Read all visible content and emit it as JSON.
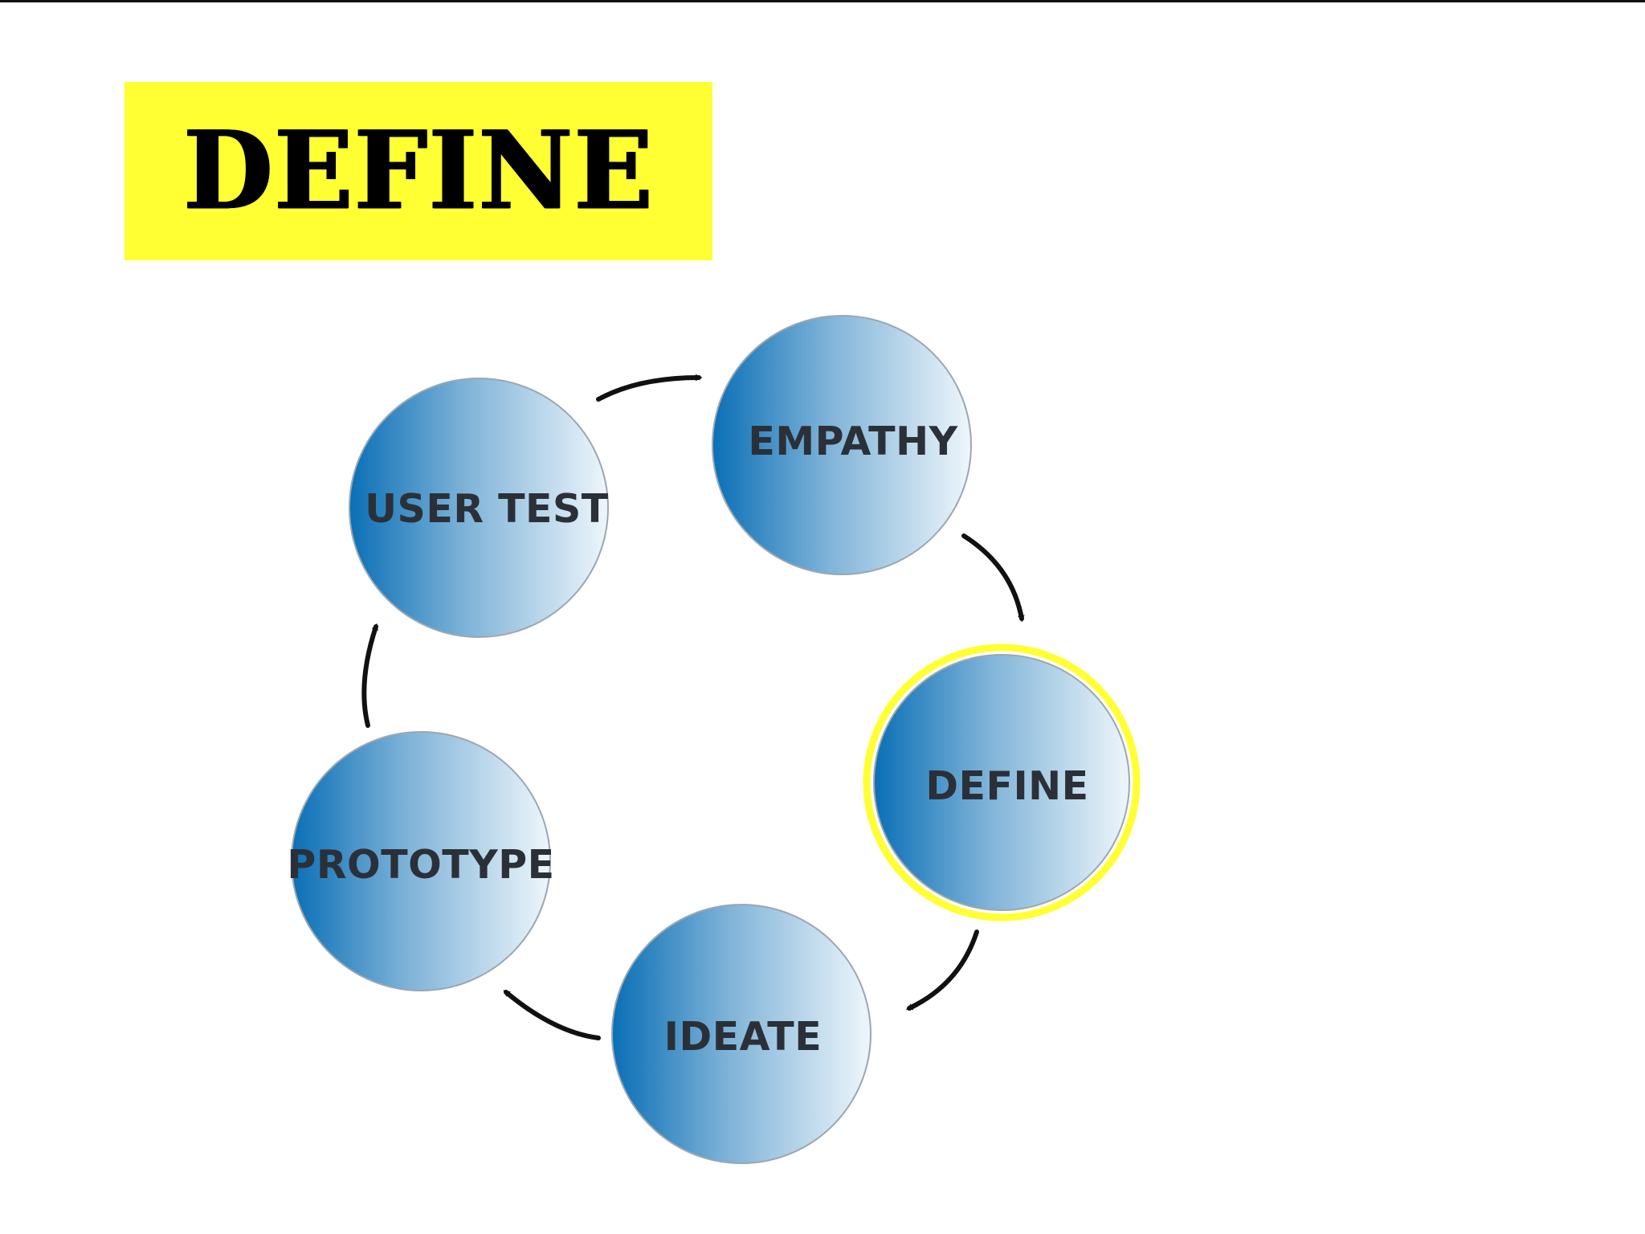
{
  "title": {
    "text": "DEFINE",
    "background_color": "#ffff33"
  },
  "cycle": {
    "highlight_color": "#ffff33",
    "arrow_color": "#111111",
    "node_gradient": [
      "#0a6fb6",
      "#7fb3d8",
      "#eef6fb"
    ],
    "nodes": [
      {
        "id": "empathy",
        "label": "EMPATHY",
        "highlighted": false
      },
      {
        "id": "define",
        "label": "DEFINE",
        "highlighted": true
      },
      {
        "id": "ideate",
        "label": "IDEATE",
        "highlighted": false
      },
      {
        "id": "prototype",
        "label": "PROTOTYPE",
        "highlighted": false
      },
      {
        "id": "user-test",
        "label": "USER TEST",
        "highlighted": false
      }
    ]
  }
}
